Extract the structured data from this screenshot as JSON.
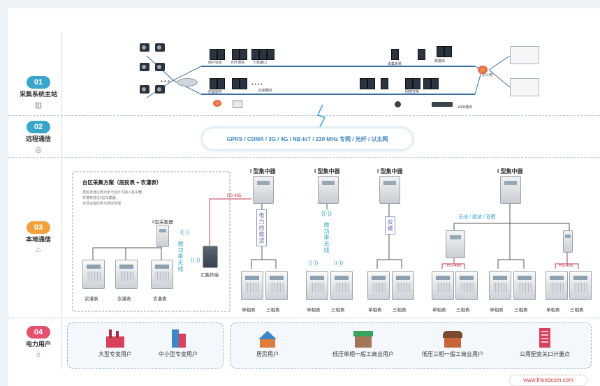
{
  "layers": [
    {
      "num": "01",
      "title": "采集系统主站",
      "icon": "server-icon",
      "color": "#3aa6c9"
    },
    {
      "num": "02",
      "title": "远程通信",
      "icon": "signal-icon",
      "color": "#3aa6c9"
    },
    {
      "num": "03",
      "title": "本地通信",
      "icon": "home-icon",
      "color": "#f2a23a"
    },
    {
      "num": "04",
      "title": "电力用户",
      "icon": "user-icon",
      "color": "#e5516f"
    }
  ],
  "master": {
    "labels": [
      "用户信息",
      "光纤通信",
      "人机接口",
      "采集系统",
      "数据库",
      "前置服务",
      "应用服务",
      "网络交换",
      "防火墙",
      "WEB服务"
    ]
  },
  "remote_channel": "GPRS / CDMA / 3G / 4G / NB-IoT / 230 MHz 专网 / 光纤 / 以太网",
  "scheme": {
    "title": "台区采集方案（居民表 + 农灌表）",
    "desc": [
      "居民表通过微功率无线方式接入集中器，",
      "农灌表通过II型采集器，",
      "实现远程抄表与费控管理"
    ],
    "collector": "II型采集器",
    "wireless": "微功率无线",
    "terminal": "汇集终端",
    "meters": [
      "农灌表",
      "农灌表",
      "农灌表"
    ]
  },
  "concentrators": [
    {
      "title": "I 型集中器",
      "channel": "电力线载波"
    },
    {
      "title": "I 型集中器",
      "channel": "微功率无线"
    },
    {
      "title": "I 型集中器",
      "channel": "双模"
    },
    {
      "title": "I 型集中器",
      "channel": "无线 / 载波 / 双模"
    }
  ],
  "rs485": "RS-485",
  "meter_labels": {
    "single": "单相表",
    "three": "三相表"
  },
  "users": [
    {
      "label": "大型专变用户",
      "color": "#d9415d"
    },
    {
      "label": "中小型专变用户",
      "color": "#3f86c4"
    },
    {
      "label": "居民用户",
      "color": "#e07b3c"
    },
    {
      "label": "低压单相一般工商业用户",
      "color": "#3aa35b"
    },
    {
      "label": "低压三相一般工商业用户",
      "color": "#c8643a"
    },
    {
      "label": "公用配变关口计量点",
      "color": "#d9415d"
    }
  ],
  "footer": "www.friendcom.com"
}
